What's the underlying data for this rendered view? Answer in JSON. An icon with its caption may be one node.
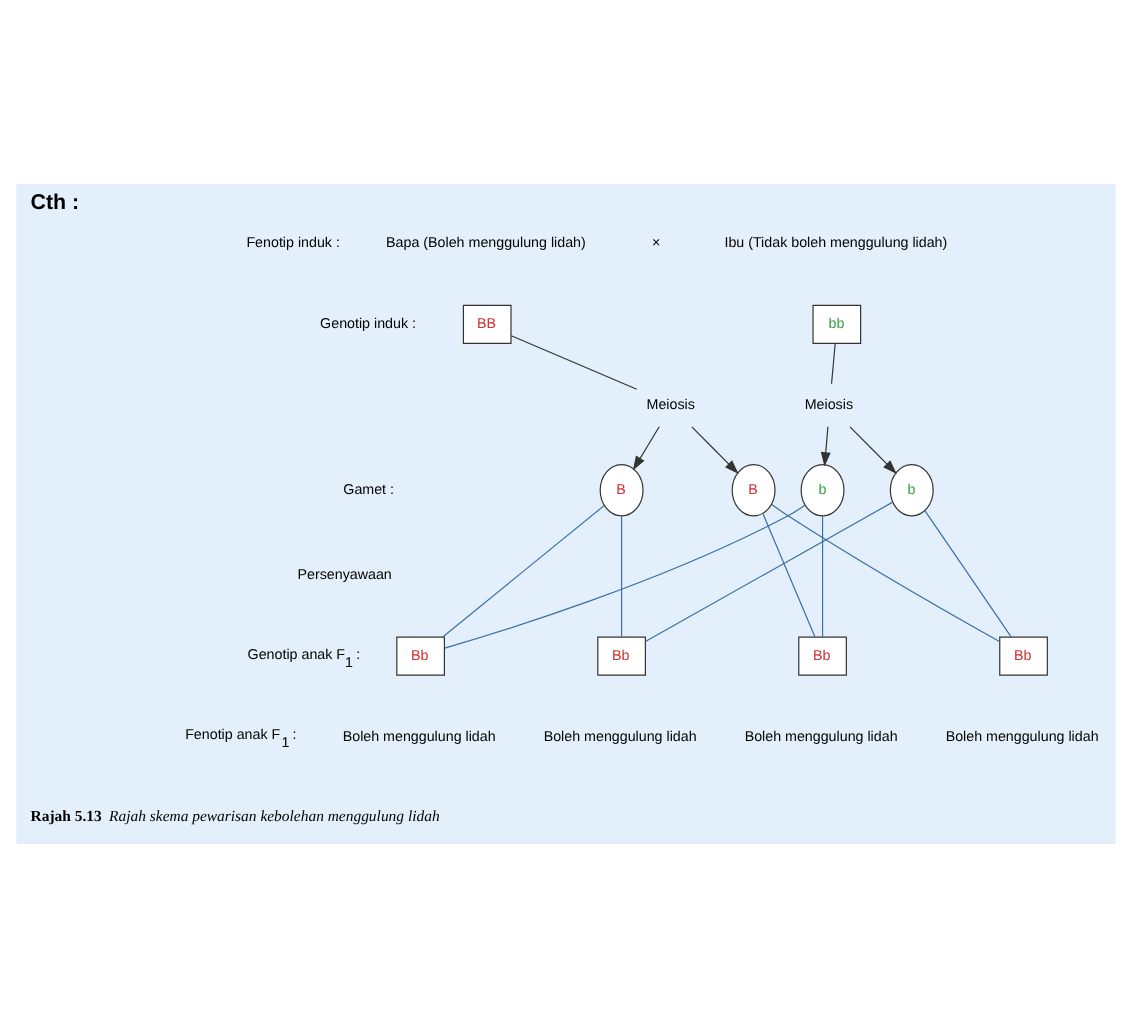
{
  "diagram": {
    "title": "Cth :",
    "caption": "**Rajah 5.13** *Rajah skema pewarisan kebolehan menggulung lidah*",
    "nodes": [
      {
        "text": [
          "BB"
        ]
      },
      {
        "text": [
          "bb"
        ]
      },
      {
        "text": [
          "Meiosis"
        ]
      },
      {
        "text": [
          "Meiosis"
        ]
      },
      {
        "text": [
          "B"
        ]
      },
      {
        "text": [
          "B"
        ]
      },
      {
        "text": [
          "b"
        ]
      },
      {
        "text": [
          "b"
        ]
      },
      {
        "text": [
          "Bb"
        ]
      },
      {
        "text": [
          "Bb"
        ]
      },
      {
        "text": [
          "Bb"
        ]
      },
      {
        "text": [
          "Bb"
        ]
      }
    ],
    "edges": [
      {
        "from": 0,
        "to": 2,
        "arrow": "none",
        "color": "#333333"
      },
      {
        "from": 2,
        "to": 4,
        "arrow": "to",
        "color": "#333333"
      },
      {
        "from": 2,
        "to": 5,
        "arrow": "to",
        "color": "#333333"
      },
      {
        "from": 1,
        "to": 3,
        "arrow": "none",
        "color": "#333333"
      },
      {
        "from": 3,
        "to": 6,
        "arrow": "to",
        "color": "#333333"
      },
      {
        "from": 3,
        "to": 7,
        "arrow": "to",
        "color": "#333333"
      },
      {
        "from": 4,
        "to": 8,
        "arrow": "none",
        "color": "#3a6ea5"
      },
      {
        "from": 4,
        "to": 9,
        "arrow": "none",
        "color": "#3a6ea5"
      },
      {
        "from": 5,
        "to": 10,
        "arrow": "none",
        "color": "#3a6ea5"
      },
      {
        "from": 5,
        "to": 11,
        "arrow": "none",
        "color": "#3a6ea5"
      },
      {
        "from": 6,
        "to": 8,
        "arrow": "none",
        "color": "#3a6ea5"
      },
      {
        "from": 6,
        "to": 10,
        "arrow": "none",
        "color": "#3a6ea5"
      },
      {
        "from": 7,
        "to": 9,
        "arrow": "none",
        "color": "#3a6ea5"
      },
      {
        "from": 7,
        "to": 11,
        "arrow": "none",
        "color": "#3a6ea5"
      }
    ],
    "labels": [
      "Fenotip induk :",
      "Bapa (Boleh menggulung lidah)",
      "×",
      "Ibu (Tidak boleh menggulung lidah)",
      "Genotip induk :",
      "Gamet :",
      "Persenyawaan",
      "Genotip anak F$_{1}$ :",
      "Fenotip anak F$_{1}$ :",
      "Boleh menggulung lidah",
      "Boleh menggulung lidah",
      "Boleh menggulung lidah",
      "Boleh menggulung lidah"
    ]
  }
}
